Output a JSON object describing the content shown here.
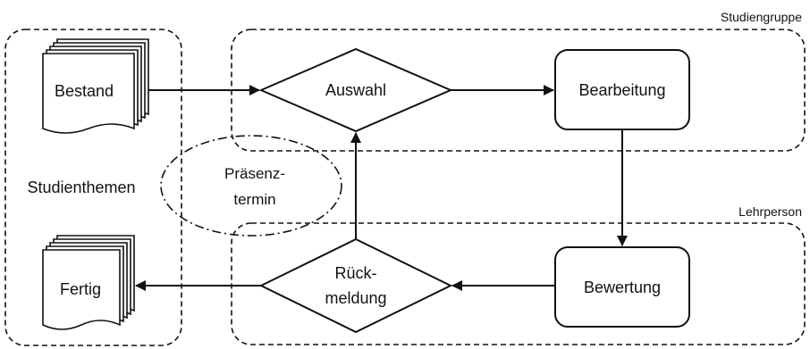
{
  "colors": {
    "stroke": "#111111",
    "fill": "#ffffff"
  },
  "groups": {
    "studiengruppe": "Studiengruppe",
    "lehrperson": "Lehrperson",
    "studienthemen": "Studienthemen"
  },
  "nodes": {
    "bestand": "Bestand",
    "fertig": "Fertig",
    "auswahl": "Auswahl",
    "bearbeitung": "Bearbeitung",
    "bewertung": "Bewertung",
    "rueckmeldung": [
      "Rück-",
      "meldung"
    ],
    "praesenztermin": [
      "Präsenz-",
      "termin"
    ]
  },
  "edges": [
    {
      "from": "Bestand",
      "to": "Auswahl"
    },
    {
      "from": "Auswahl",
      "to": "Bearbeitung"
    },
    {
      "from": "Bearbeitung",
      "to": "Bewertung"
    },
    {
      "from": "Bewertung",
      "to": "Rückmeldung"
    },
    {
      "from": "Rückmeldung",
      "to": "Fertig"
    },
    {
      "from": "Rückmeldung",
      "to": "Auswahl"
    }
  ]
}
